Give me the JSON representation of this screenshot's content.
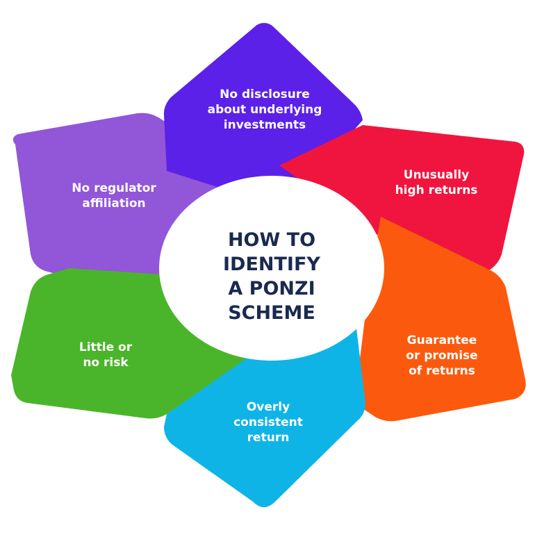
{
  "center": {
    "title": "HOW TO\nIDENTIFY\nA PONZI\nSCHEME"
  },
  "petals": [
    {
      "key": "disclosure",
      "label": "No disclosure\nabout underlying\ninvestments",
      "color": "#5b21e8"
    },
    {
      "key": "returns",
      "label": "Unusually\nhigh returns",
      "color": "#f0153f"
    },
    {
      "key": "guarantee",
      "label": "Guarantee\nor promise\nof returns",
      "color": "#fb5a0e"
    },
    {
      "key": "consistent",
      "label": "Overly\nconsistent\nreturn",
      "color": "#0fb4e6"
    },
    {
      "key": "risk",
      "label": "Little or\nno risk",
      "color": "#4ab52a"
    },
    {
      "key": "regulator",
      "label": "No regulator\naffiliation",
      "color": "#9256d8"
    }
  ],
  "colors": {
    "center_fill": "#ffffff",
    "center_text": "#1a2a4f"
  }
}
